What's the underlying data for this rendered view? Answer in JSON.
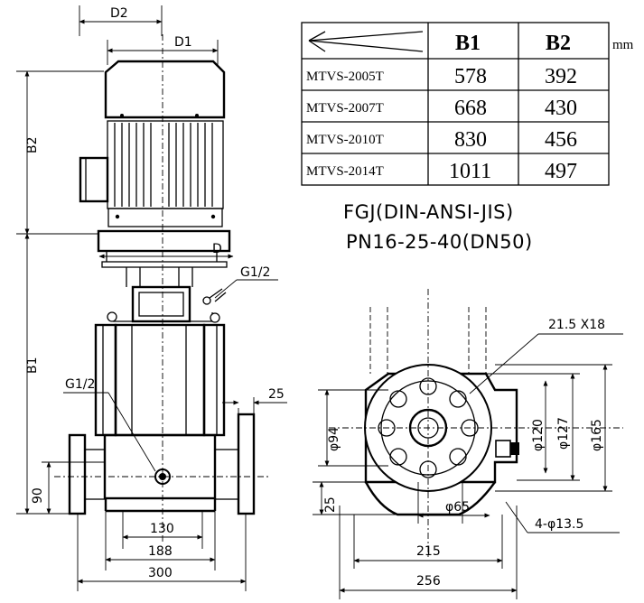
{
  "table": {
    "headers": [
      "B1",
      "B2"
    ],
    "unit": "mm",
    "rows": [
      {
        "model": "MTVS-2005T",
        "b1": "578",
        "b2": "392"
      },
      {
        "model": "MTVS-2007T",
        "b1": "668",
        "b2": "430"
      },
      {
        "model": "MTVS-2010T",
        "b1": "830",
        "b2": "456"
      },
      {
        "model": "MTVS-2014T",
        "b1": "1011",
        "b2": "497"
      }
    ]
  },
  "flange_standard": {
    "line1": "FGJ(DIN-ANSI-JIS)",
    "line2": "PN16-25-40(DN50)"
  },
  "side_view": {
    "d2": "D2",
    "d1": "D1",
    "b2": "B2",
    "b1": "B1",
    "d": "D",
    "g_top": "G1/2",
    "g_left": "G1/2",
    "flange_thk": "25",
    "height_90": "90",
    "w130": "130",
    "w188": "188",
    "w300": "300"
  },
  "base_view": {
    "slot": "21.5 X18",
    "phi94": "φ94",
    "phi120": "φ120",
    "phi127": "φ127",
    "phi165": "φ165",
    "phi65": "φ65",
    "h25": "25",
    "holes": "4-φ13.5",
    "w215": "215",
    "w256": "256"
  }
}
